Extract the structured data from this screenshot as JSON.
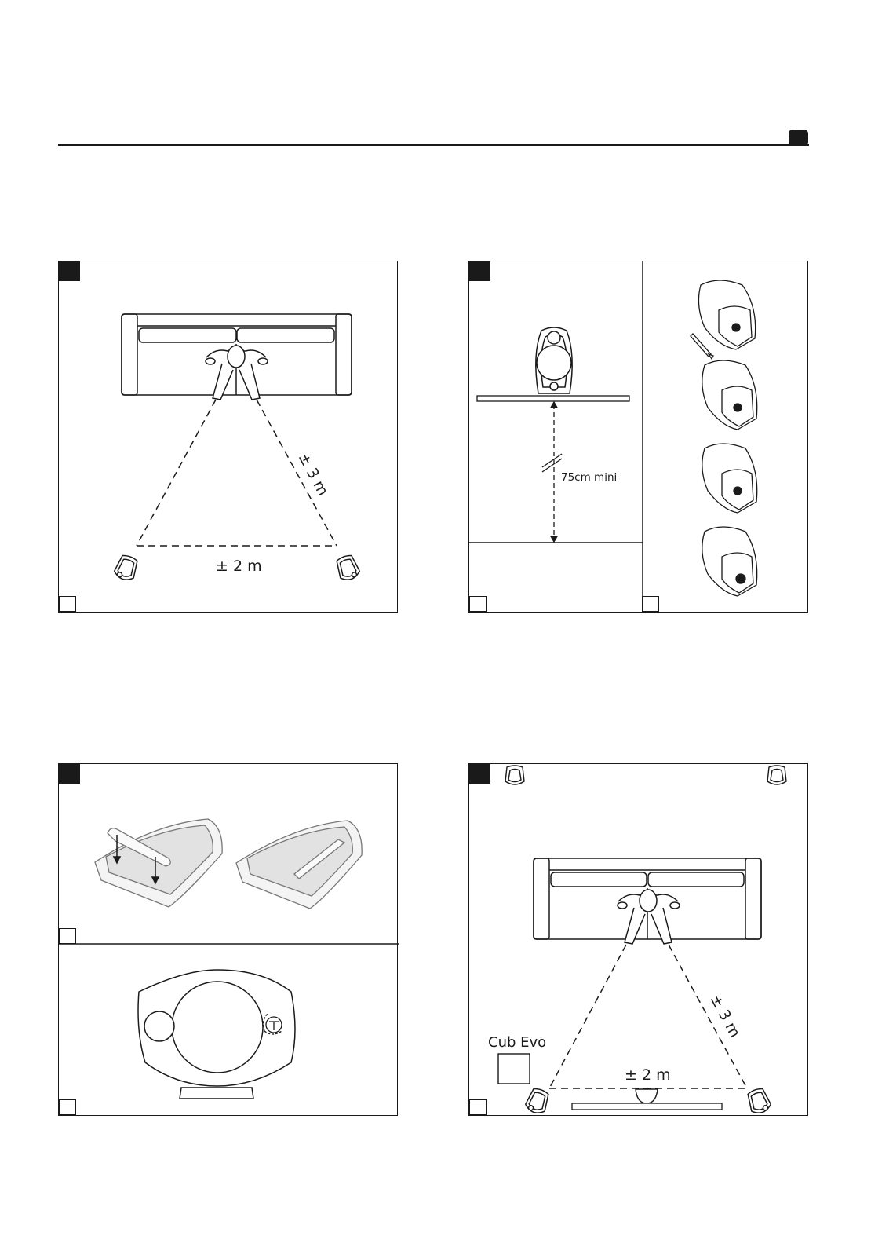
{
  "panel_a": {
    "distance_label": "± 3 m",
    "width_label": "± 2 m"
  },
  "panel_b": {
    "height_label": "75cm mini"
  },
  "panel_d": {
    "subwoofer_label": "Cub Evo",
    "distance_label": "± 3 m",
    "width_label": "± 2 m"
  },
  "icons": {
    "speaker": "speaker-icon",
    "sofa": "sofa-icon",
    "listener": "listener-icon",
    "hex-key": "hex-key-icon",
    "arrow": "arrow-icon",
    "logo": "logo-icon"
  },
  "colors": {
    "line": "#1a1a1a",
    "grey_line": "#888888"
  }
}
